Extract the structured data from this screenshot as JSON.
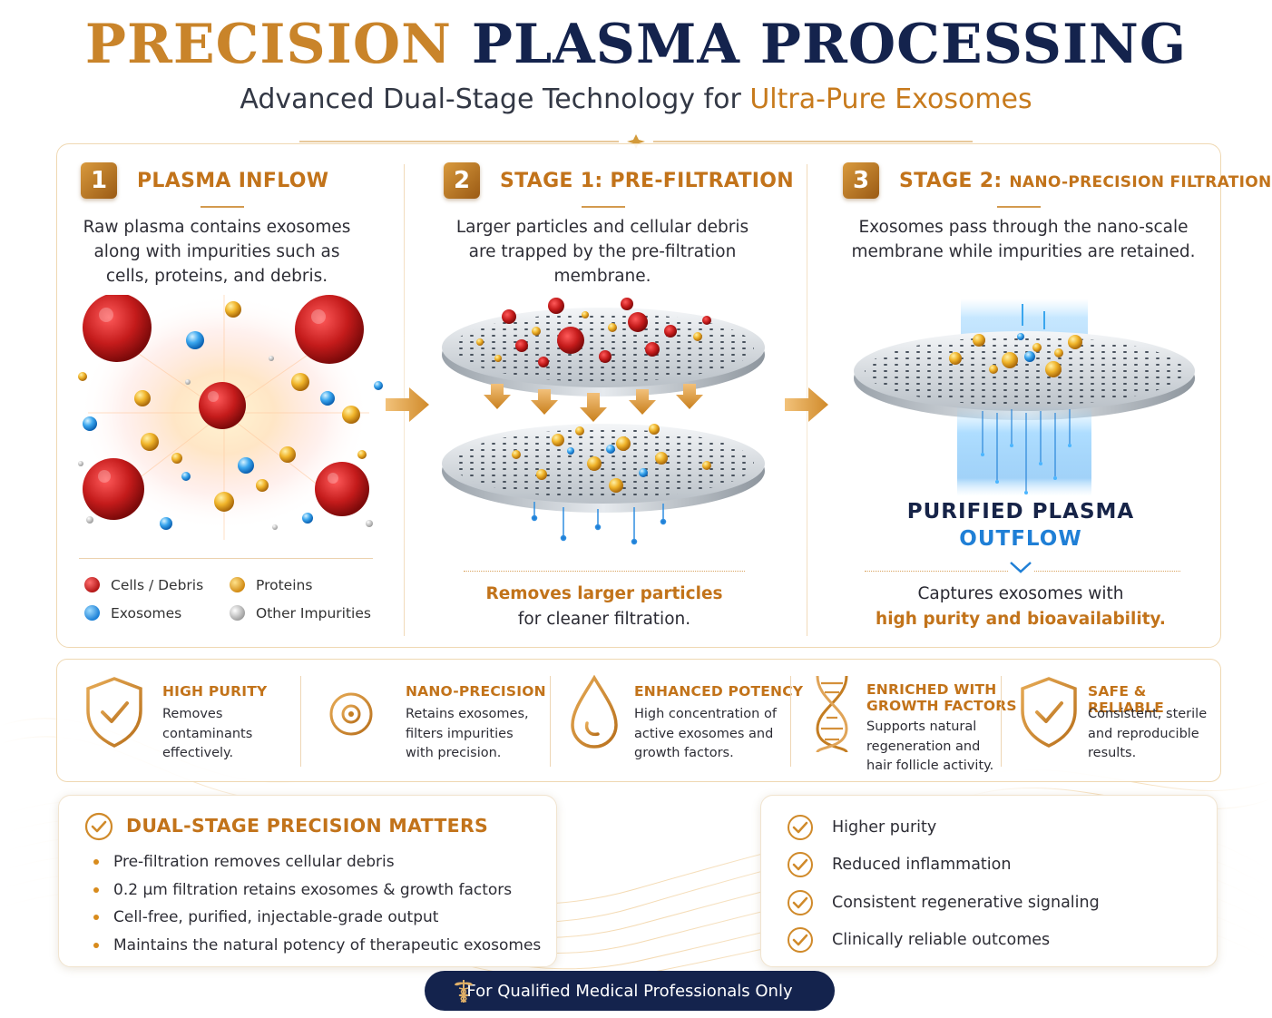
{
  "header": {
    "title_gold": "PRECISION",
    "title_navy": "PLASMA PROCESSING",
    "subtitle_main": "Advanced Dual-Stage Technology for ",
    "subtitle_highlight": "Ultra-Pure Exosomes"
  },
  "stages": [
    {
      "number": "1",
      "title": "PLASMA INFLOW",
      "description": "Raw plasma contains exosomes along with impurities such as cells, proteins, and debris.",
      "legend": [
        {
          "label": "Cells / Debris",
          "color": "#b31616"
        },
        {
          "label": "Proteins",
          "color": "#d18a12"
        },
        {
          "label": "Exosomes",
          "color": "#1a7fd6"
        },
        {
          "label": "Other Impurities",
          "color": "#9a9a9a"
        }
      ]
    },
    {
      "number": "2",
      "title": "STAGE 1: PRE-FILTRATION",
      "description": "Larger particles and cellular debris are trapped by the pre-filtration membrane.",
      "note_bold": "Removes larger particles",
      "note_rest": "for cleaner filtration."
    },
    {
      "number": "3",
      "title_main": "STAGE 2: ",
      "title_small": "NANO-PRECISION FILTRATION",
      "description": "Exosomes pass through the nano-scale membrane while impurities are retained.",
      "outflow_line1": "PURIFIED PLASMA",
      "outflow_line2": "OUTFLOW",
      "note_rest": "Captures exosomes with",
      "note_bold": "high purity and bioavailability."
    }
  ],
  "features": [
    {
      "icon": "shield-check-icon",
      "title": "HIGH PURITY",
      "desc": [
        "Removes",
        "contaminants",
        "effectively."
      ]
    },
    {
      "icon": "crosshair-icon",
      "title": "NANO-PRECISION",
      "desc": [
        "Retains exosomes,",
        "filters impurities",
        "with precision."
      ]
    },
    {
      "icon": "droplet-icon",
      "title": "ENHANCED POTENCY",
      "desc": [
        "High concentration of",
        "active exosomes and",
        "growth factors."
      ]
    },
    {
      "icon": "dna-icon",
      "title": [
        "ENRICHED WITH",
        "GROWTH FACTORS"
      ],
      "desc": [
        "Supports natural",
        "regeneration and",
        "hair follicle activity."
      ]
    },
    {
      "icon": "shield-check-icon",
      "title": "SAFE & RELIABLE",
      "desc": [
        "Consistent, sterile",
        "and reproducible",
        "results."
      ]
    }
  ],
  "dual_stage": {
    "title": "DUAL-STAGE PRECISION MATTERS",
    "bullets": [
      "Pre-filtration removes cellular debris",
      "0.2 μm filtration retains exosomes & growth factors",
      "Cell-free, purified, injectable-grade output",
      "Maintains the natural potency of therapeutic exosomes"
    ]
  },
  "benefits": [
    "Higher purity",
    "Reduced inflammation",
    "Consistent regenerative signaling",
    "Clinically reliable outcomes"
  ],
  "footer": {
    "label": "For Qualified Medical Professionals Only",
    "icon": "caduceus-icon"
  },
  "colors": {
    "gold": "#c2731a",
    "navy": "#14234d",
    "blue": "#1f7fd6"
  }
}
